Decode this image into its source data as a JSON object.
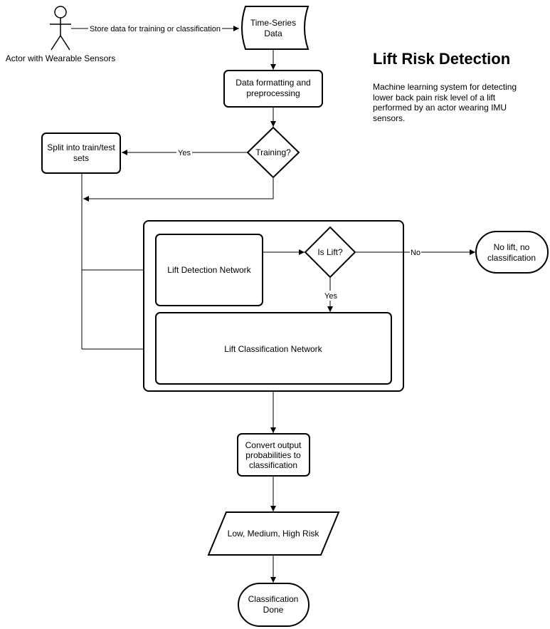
{
  "title": "Lift Risk Detection",
  "description": "Machine learning system for detecting lower back pain risk level of a lift performed by an actor wearing IMU sensors.",
  "nodes": {
    "actor": "Actor with Wearable Sensors",
    "time_series": [
      "Time-Series",
      "Data"
    ],
    "formatting": [
      "Data formatting and",
      "preprocessing"
    ],
    "training": "Training?",
    "split": [
      "Split into train/test",
      "sets"
    ],
    "lift_detection": "Lift Detection Network",
    "is_lift": "Is Lift?",
    "no_lift": [
      "No lift, no",
      "classification"
    ],
    "lift_classification": "Lift Classification Network",
    "convert": [
      "Convert output",
      "probabilities to",
      "classification"
    ],
    "risk": "Low, Medium, High Risk",
    "done": [
      "Classification",
      "Done"
    ]
  },
  "edge_labels": {
    "store": "Store data for training or classification",
    "yes_training": "Yes",
    "no_lift": "No",
    "yes_lift": "Yes"
  }
}
